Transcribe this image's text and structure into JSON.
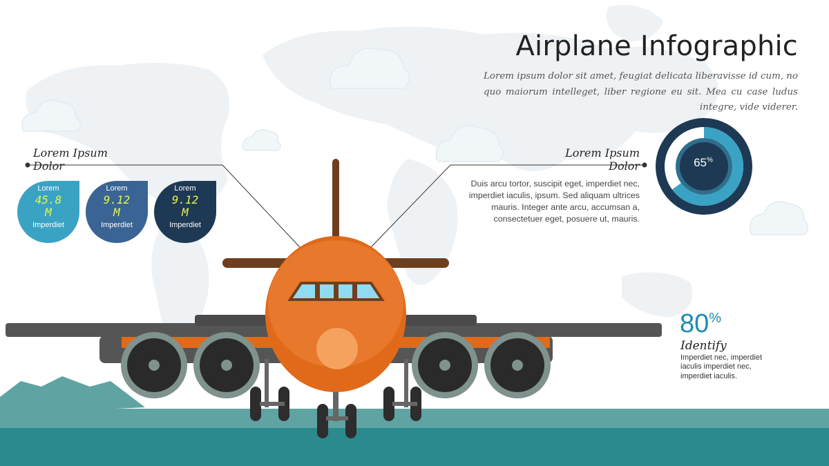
{
  "title": "Airplane Infographic",
  "intro": "Lorem ipsum dolor sit amet, feugiat delicata liberavisse id cum, no quo maiorum intelleget, liber regione eu sit. Mea cu case ludus integre, vide viderer.",
  "left_label": "Lorem Ipsum Dolor",
  "right_label": "Lorem Ipsum Dolor",
  "right_description": "Duis arcu tortor, suscipit eget, imperdiet nec, imperdiet iaculis, ipsum. Sed aliquam ultrices mauris. Integer ante arcu, accumsan a, consectetuer eget, posuere ut, mauris.",
  "stats": [
    {
      "top": "Lorem",
      "value": "45.8 M",
      "bottom": "Imperdiet",
      "color": "#3aa3c4"
    },
    {
      "top": "Lorem",
      "value": "9.12 M",
      "bottom": "Imperdiet",
      "color": "#3a6493"
    },
    {
      "top": "Lorem",
      "value": "9.12 M",
      "bottom": "Imperdiet",
      "color": "#1e3954"
    }
  ],
  "donut": {
    "value": "65",
    "unit": "%",
    "fraction": 0.65,
    "ring_color": "#1e3954",
    "fill_color": "#3aa3c4"
  },
  "highlight": {
    "value": "80",
    "unit": "%",
    "label": "Identify",
    "description": "Imperdiet nec, imperdiet iaculis imperdiet nec, imperdiet iaculis."
  },
  "colors": {
    "fuselage": "#e8782b",
    "ground_light": "#5fa3a3",
    "ground_dark": "#2a8a8e",
    "wing": "#555555",
    "engine": "#2a2a2a"
  }
}
